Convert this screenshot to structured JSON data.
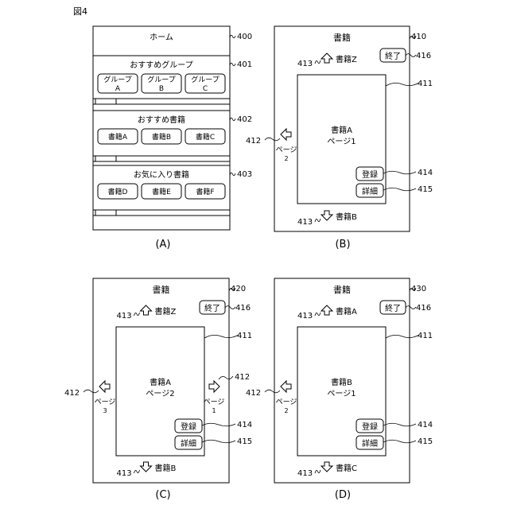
{
  "figure_label": "図4",
  "panel_labels": [
    "(A)",
    "(B)",
    "(C)",
    "(D)"
  ],
  "panel_a": {
    "ref": "400",
    "home": "ホーム",
    "sections": [
      {
        "title": "おすすめグループ",
        "ref": "401",
        "items": [
          [
            "グループ",
            "A"
          ],
          [
            "グループ",
            "B"
          ],
          [
            "グループ",
            "C"
          ]
        ]
      },
      {
        "title": "おすすめ書籍",
        "ref": "402",
        "items": [
          [
            "書籍A"
          ],
          [
            "書籍B"
          ],
          [
            "書籍C"
          ]
        ]
      },
      {
        "title": "お気に入り書籍",
        "ref": "403",
        "items": [
          [
            "書籍D"
          ],
          [
            "書籍E"
          ],
          [
            "書籍F"
          ]
        ]
      }
    ]
  },
  "viewer_panels": [
    {
      "ref": "410",
      "title": "書籍",
      "up_ref": "413",
      "up_label": "書籍Z",
      "end_label": "終了",
      "end_ref": "416",
      "page_ref": "411",
      "page_text": [
        "書籍A",
        "ページ1"
      ],
      "left": {
        "ref": "412",
        "label": [
          "ページ",
          "2"
        ]
      },
      "right": null,
      "register_label": "登録",
      "register_ref": "414",
      "detail_label": "詳細",
      "detail_ref": "415",
      "down_ref": "413",
      "down_label": "書籍B"
    },
    {
      "ref": "420",
      "title": "書籍",
      "up_ref": "413",
      "up_label": "書籍Z",
      "end_label": "終了",
      "end_ref": "416",
      "page_ref": "411",
      "page_text": [
        "書籍A",
        "ページ2"
      ],
      "left": {
        "ref": "412",
        "label": [
          "ページ",
          "3"
        ]
      },
      "right": {
        "ref": "412",
        "label": [
          "ページ",
          "1"
        ]
      },
      "register_label": "登録",
      "register_ref": "414",
      "detail_label": "詳細",
      "detail_ref": "415",
      "down_ref": "413",
      "down_label": "書籍B"
    },
    {
      "ref": "430",
      "title": "書籍",
      "up_ref": "413",
      "up_label": "書籍A",
      "end_label": "終了",
      "end_ref": "416",
      "page_ref": "411",
      "page_text": [
        "書籍B",
        "ページ1"
      ],
      "left": {
        "ref": "412",
        "label": [
          "ページ",
          "2"
        ]
      },
      "right": null,
      "register_label": "登録",
      "register_ref": "414",
      "detail_label": "詳細",
      "detail_ref": "415",
      "down_ref": "413",
      "down_label": "書籍C"
    }
  ]
}
